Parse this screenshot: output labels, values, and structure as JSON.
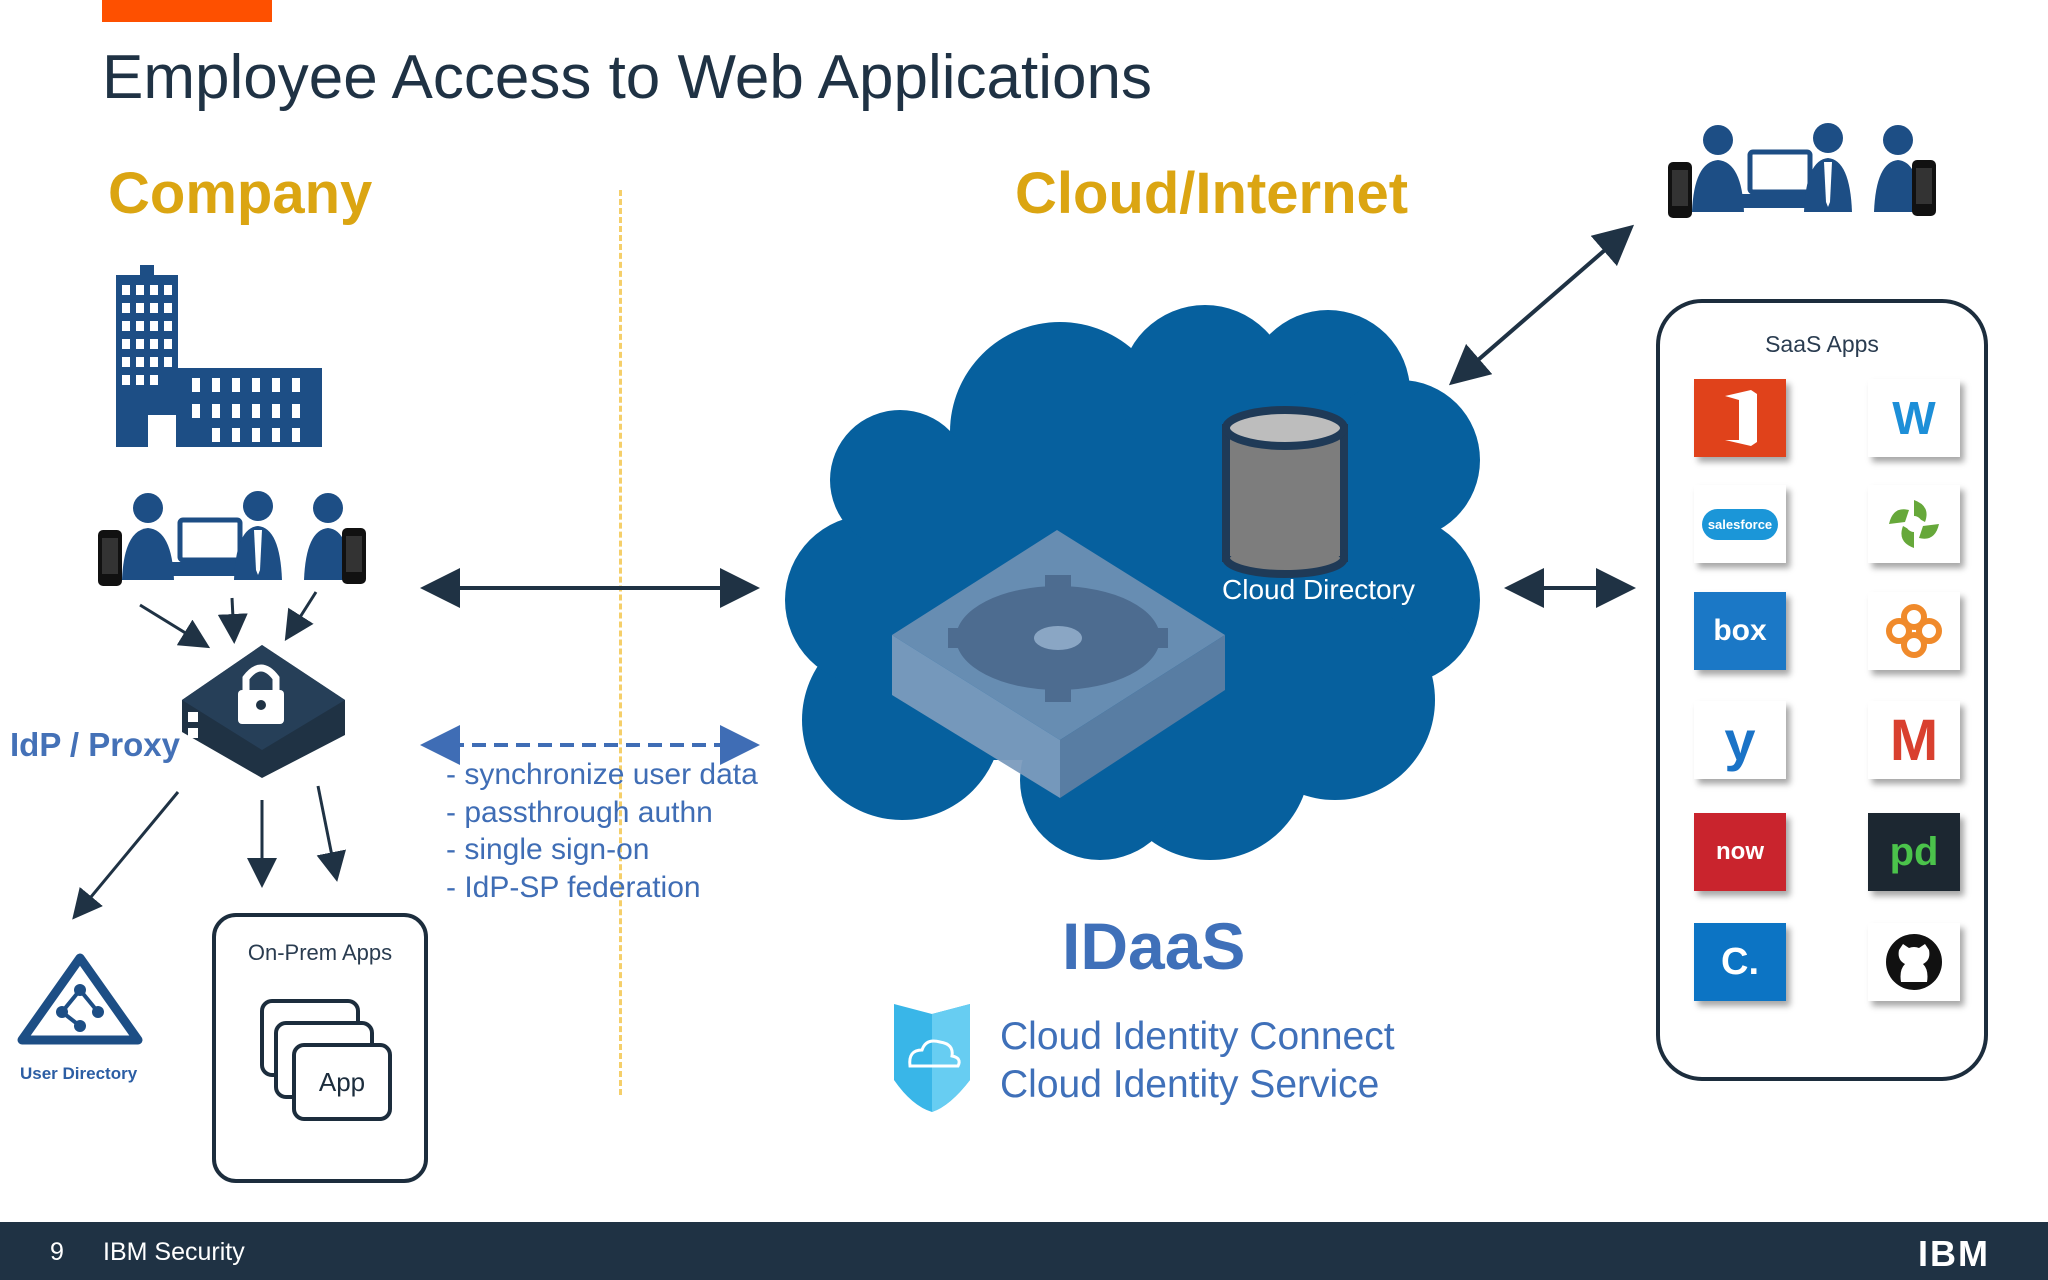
{
  "slide": {
    "title": "Employee Access to Web Applications",
    "company_heading": "Company",
    "cloud_heading": "Cloud/Internet"
  },
  "company": {
    "idp_label": "IdP / Proxy",
    "user_directory_label": "User Directory",
    "onprem_label": "On-Prem Apps",
    "app_label": "App"
  },
  "sync_items": [
    "- synchronize user data",
    "- passthrough authn",
    "- single sign-on",
    "- IdP-SP federation"
  ],
  "cloud": {
    "directory_label": "Cloud Directory",
    "idaas_label": "IDaaS",
    "product_line1": "Cloud Identity Connect",
    "product_line2": "Cloud Identity Service"
  },
  "saas": {
    "label": "SaaS Apps",
    "apps": [
      {
        "icon": "office-icon",
        "glyph": "",
        "bg": "#e0421b",
        "fg": "#ffffff"
      },
      {
        "icon": "workday-icon",
        "glyph": "W",
        "bg": "#ffffff",
        "fg": "#1d8fd8"
      },
      {
        "icon": "salesforce-icon",
        "glyph": "salesforce",
        "bg": "#ffffff",
        "fg": "#1b96d8"
      },
      {
        "icon": "pinwheel-icon",
        "glyph": "",
        "bg": "#ffffff",
        "fg": "#66a83a"
      },
      {
        "icon": "box-icon",
        "glyph": "box",
        "bg": "#1b78c6",
        "fg": "#ffffff"
      },
      {
        "icon": "webex-icon",
        "glyph": "",
        "bg": "#ffffff",
        "fg": "#f08a2b"
      },
      {
        "icon": "yammer-icon",
        "glyph": "y",
        "bg": "#ffffff",
        "fg": "#1a73c7"
      },
      {
        "icon": "gmail-icon",
        "glyph": "M",
        "bg": "#ffffff",
        "fg": "#d9402f"
      },
      {
        "icon": "servicenow-icon",
        "glyph": "now",
        "bg": "#c9242d",
        "fg": "#ffffff"
      },
      {
        "icon": "pagerduty-icon",
        "glyph": "pd",
        "bg": "#1c2731",
        "fg": "#4bc34b"
      },
      {
        "icon": "concur-icon",
        "glyph": "C.",
        "bg": "#0c74c4",
        "fg": "#ffffff"
      },
      {
        "icon": "github-icon",
        "glyph": "",
        "bg": "#ffffff",
        "fg": "#111111"
      }
    ]
  },
  "footer": {
    "page_number": "9",
    "brand": "IBM Security",
    "logo_text": "IBM"
  },
  "colors": {
    "accent": "#fe5000",
    "heading": "#dba512",
    "navy": "#1f3244",
    "cloud_blue": "#06609e",
    "label_blue": "#3f70b9",
    "divider": "#f5cf6a"
  }
}
